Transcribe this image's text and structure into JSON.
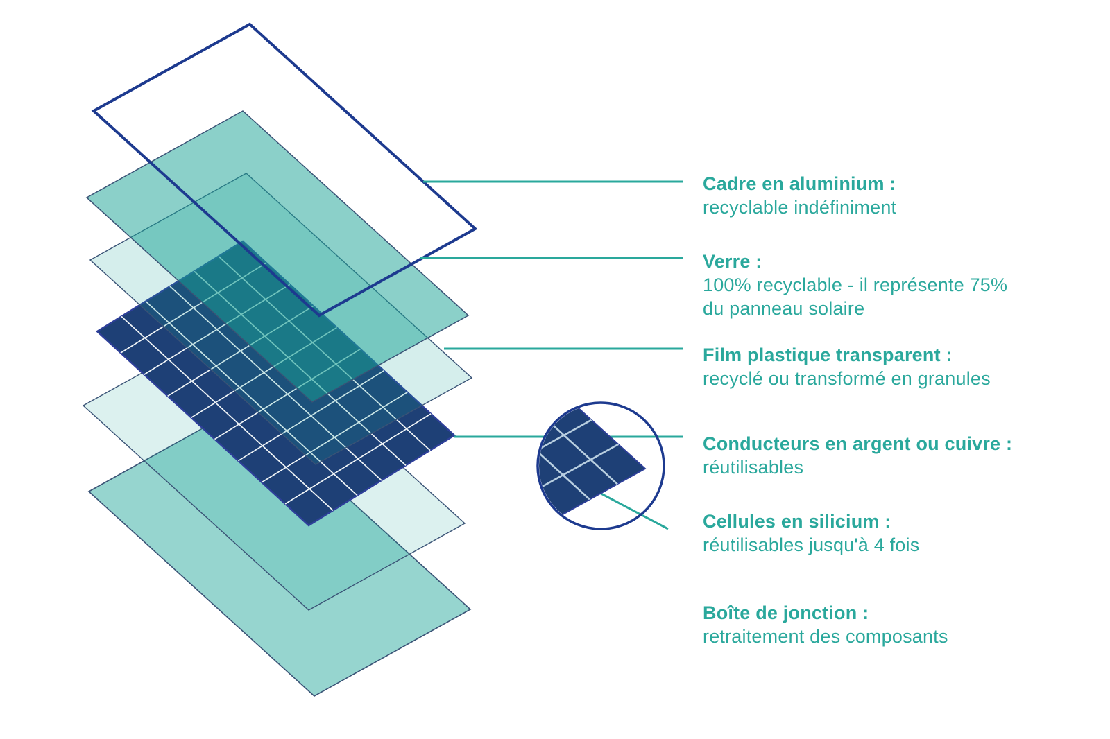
{
  "colors": {
    "background": "#ffffff",
    "accent_teal": "#2aa89c",
    "frame_navy": "#1d3a8f",
    "panel_fill": "#1e4076",
    "panel_stroke": "#2e3f9a",
    "panel_grid_line": "#f2f6f8",
    "sheet_stroke": "#3a5376",
    "glass_fill": "rgba(23,162,148,0.50)",
    "film_fill": "rgba(23,162,148,0.18)",
    "backsheet_fill": "rgba(23,162,148,0.15)",
    "junction_fill": "rgba(23,162,148,0.45)",
    "magnifier_grid_line": "#b9cfe0"
  },
  "labels": [
    {
      "id": "cadre",
      "title": "Cadre en aluminium :",
      "lines": [
        "recyclable indéfiniment"
      ]
    },
    {
      "id": "verre",
      "title": "Verre :",
      "lines": [
        "100% recyclable - il représente 75%",
        "du panneau solaire"
      ]
    },
    {
      "id": "film",
      "title": "Film plastique transparent :",
      "lines": [
        "recyclé ou transformé en granules"
      ]
    },
    {
      "id": "conducteurs",
      "title": "Conducteurs en argent ou cuivre :",
      "lines": [
        "réutilisables"
      ]
    },
    {
      "id": "cellules",
      "title": "Cellules en silicium :",
      "lines": [
        "réutilisables jusqu'à 4 fois"
      ]
    },
    {
      "id": "jonction",
      "title": "Boîte de jonction :",
      "lines": [
        "retraitement des composants"
      ]
    }
  ]
}
